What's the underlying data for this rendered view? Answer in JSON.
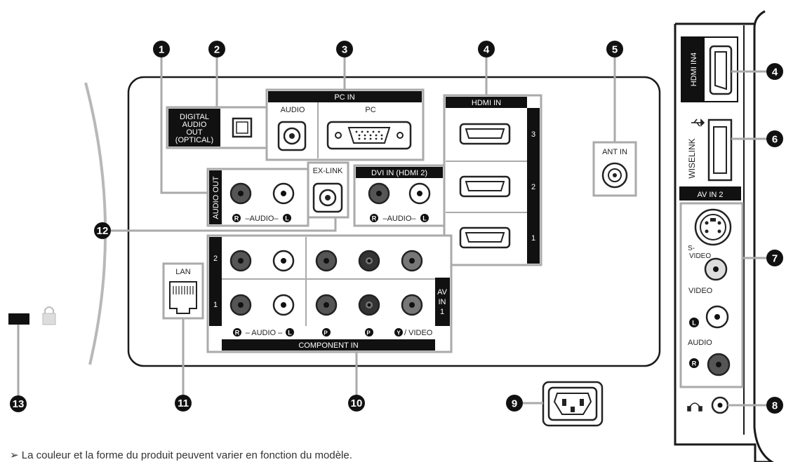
{
  "labels": {
    "digital_audio_out": [
      "DIGITAL",
      "AUDIO",
      "OUT",
      "(OPTICAL)"
    ],
    "pc_in": "PC IN",
    "pc_audio": "AUDIO",
    "pc": "PC",
    "hdmi_in": "HDMI IN",
    "hdmi_nums": [
      "3",
      "2",
      "1"
    ],
    "dvi_in": "DVI IN (HDMI 2)",
    "ant_in": "ANT IN",
    "audio_out": "AUDIO OUT",
    "ex_link": "EX-LINK",
    "r_audio_l": "–AUDIO–",
    "lan": "LAN",
    "row_nums": [
      "2",
      "1"
    ],
    "av_in_1": [
      "AV",
      "IN",
      "1"
    ],
    "component_audio": "– AUDIO –",
    "pr": "P",
    "pb": "P",
    "y_video": "/ VIDEO",
    "component_in": "COMPONENT IN",
    "hdmi_in4": "HDMI IN4",
    "wiselink": "WISELINK",
    "av_in_2": "AV IN 2",
    "s_video": [
      "S-",
      "VIDEO"
    ],
    "video": "VIDEO",
    "side_audio": "AUDIO",
    "side_l": "L",
    "side_r": "R",
    "circle_r": "R",
    "circle_l": "L",
    "circle_y": "Y"
  },
  "callouts": [
    "1",
    "2",
    "3",
    "4",
    "5",
    "6",
    "7",
    "8",
    "9",
    "10",
    "11",
    "12",
    "13"
  ],
  "note": {
    "arrow": "➢",
    "text": "La couleur et la forme du produit peuvent varier en fonction du modèle."
  },
  "colors": {
    "panel_border": "#1a1a1a",
    "group_border": "#a9a9a9",
    "header_bg": "#111111",
    "jack_red": "#c8c8c8",
    "callout_bg": "#111111"
  }
}
